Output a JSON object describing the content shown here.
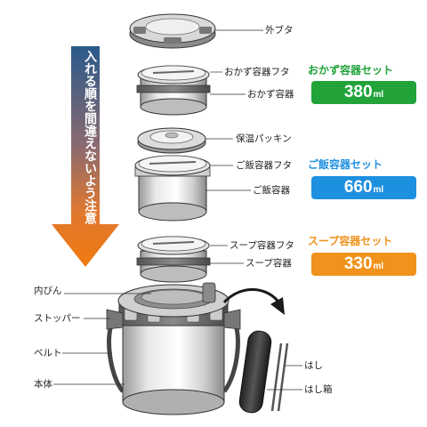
{
  "instruction_arrow": {
    "text": "入れる順を間違えないよう注意"
  },
  "parts": {
    "outer_lid": "外ブタ",
    "side_lid": "おかず容器フタ",
    "side_container": "おかず容器",
    "insulation_packing": "保温パッキン",
    "rice_lid": "ご飯容器フタ",
    "rice_container": "ご飯容器",
    "soup_lid": "スープ容器フタ",
    "soup_container": "スープ容器",
    "inner_bottle": "内びん",
    "stopper": "ストッパー",
    "belt": "ベルト",
    "body": "本体",
    "chopsticks": "はし",
    "chopstick_case": "はし箱"
  },
  "sets": [
    {
      "title": "おかず容器セット",
      "value": "380",
      "unit": "ml",
      "color": "#21a33a"
    },
    {
      "title": "ご飯容器セット",
      "value": "660",
      "unit": "ml",
      "color": "#1e90e0"
    },
    {
      "title": "スープ容器セット",
      "value": "330",
      "unit": "ml",
      "color": "#f0921c"
    }
  ]
}
